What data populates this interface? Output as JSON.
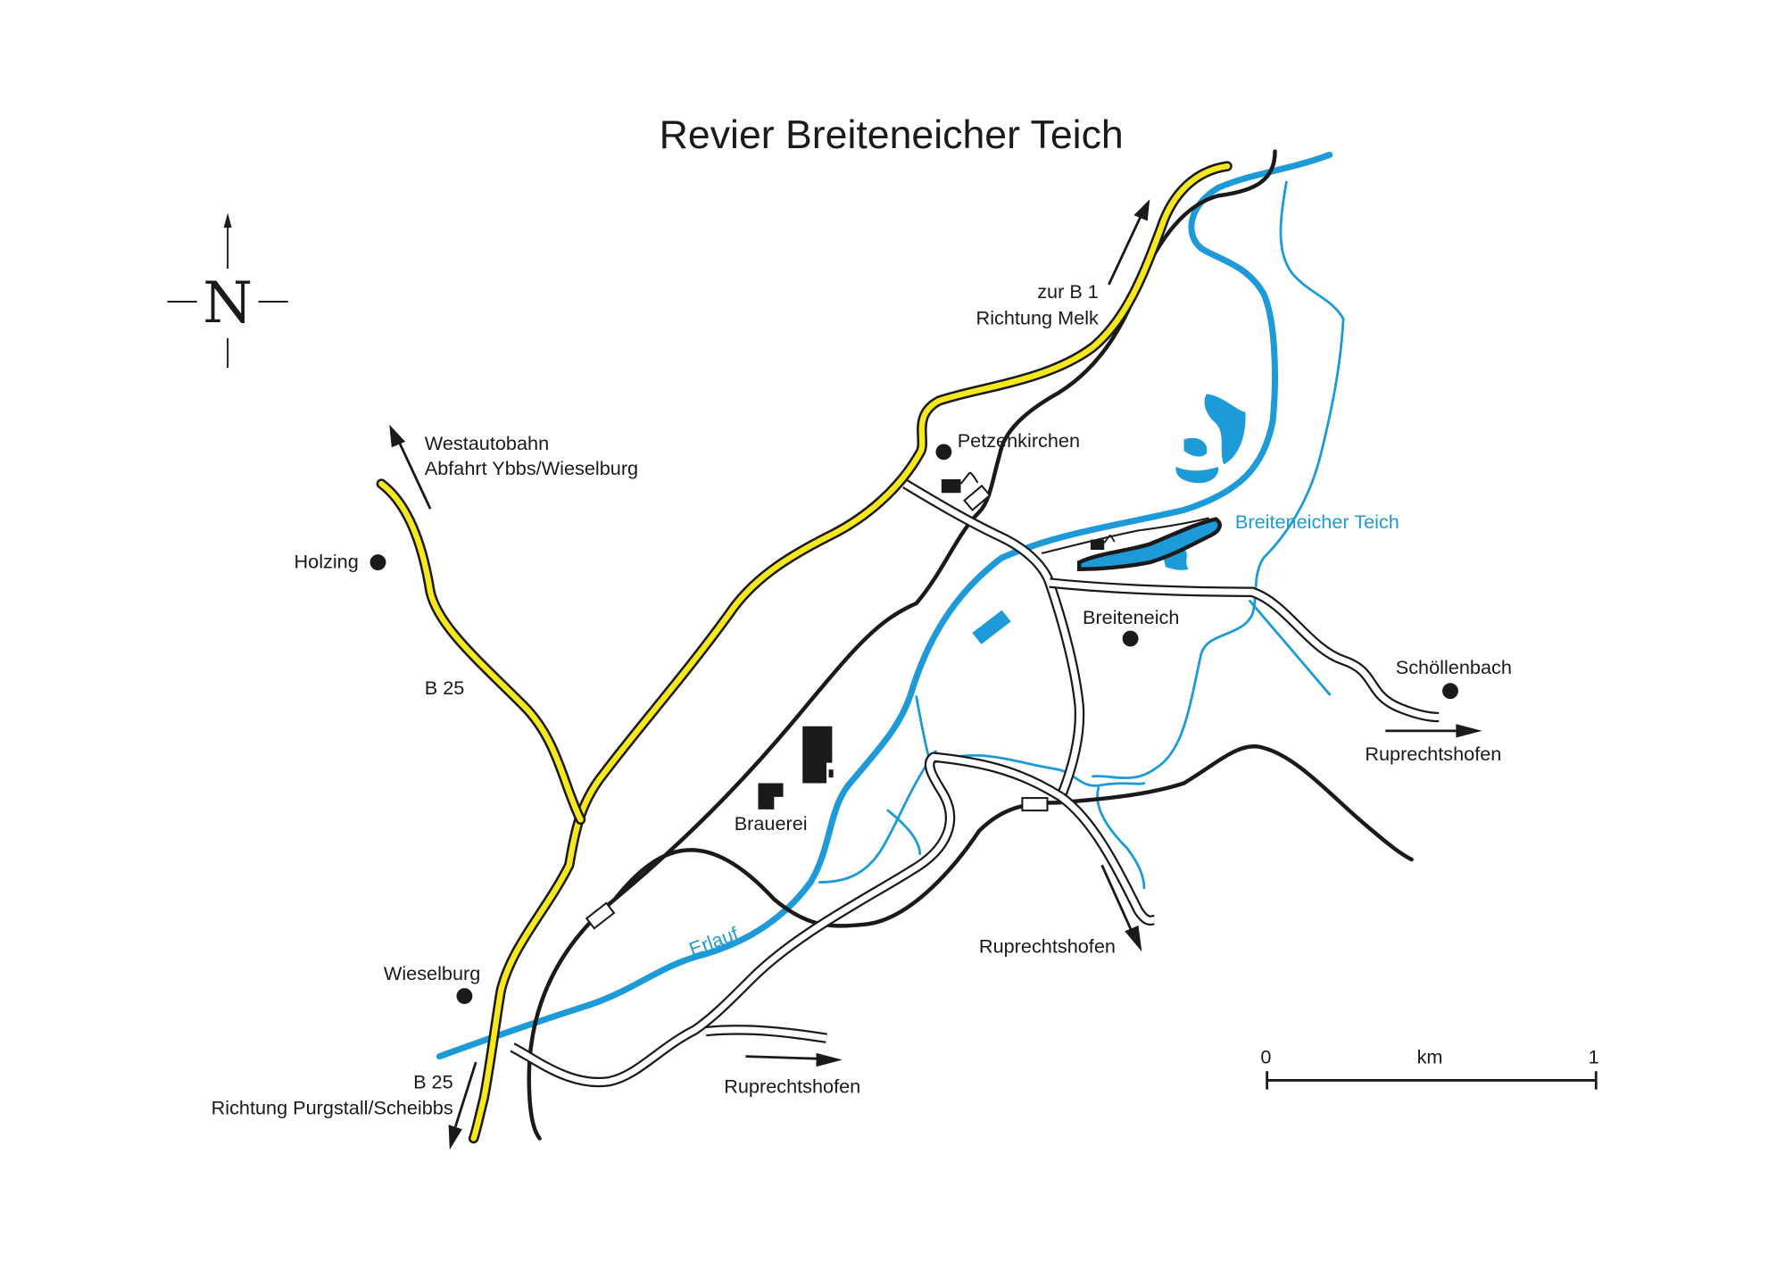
{
  "map": {
    "title": "Revier Breiteneicher Teich",
    "north_label": "N",
    "colors": {
      "motorway_yellow": "#f7e81c",
      "water_blue": "#1d9bd9",
      "ink": "#1a1a1a",
      "background": "#ffffff"
    },
    "places": [
      {
        "name": "Petzenkirchen"
      },
      {
        "name": "Holzing"
      },
      {
        "name": "Breiteneich"
      },
      {
        "name": "Schöllenbach"
      },
      {
        "name": "Wieselburg"
      }
    ],
    "water_labels": {
      "pond": "Breiteneicher Teich",
      "river": "Erlauf"
    },
    "poi_labels": {
      "brewery": "Brauerei"
    },
    "directions": {
      "b1_line1": "zur B 1",
      "b1_line2": "Richtung Melk",
      "west_line1": "Westautobahn",
      "west_line2": "Abfahrt Ybbs/Wieselburg",
      "b25_north": "B 25",
      "b25_south_line1": "B 25",
      "b25_south_line2": "Richtung Purgstall/Scheibbs",
      "rup_east": "Ruprechtshofen",
      "rup_south": "Ruprechtshofen",
      "rup_southwest": "Ruprechtshofen"
    },
    "scale_bar": {
      "start_label": "0",
      "end_label": "1",
      "unit_label": "km"
    },
    "icons": [
      "north-arrow-icon",
      "town-dot-icon",
      "building-icon",
      "fishing-hut-icon",
      "direction-arrow-icon",
      "railway-crossing-icon"
    ]
  }
}
